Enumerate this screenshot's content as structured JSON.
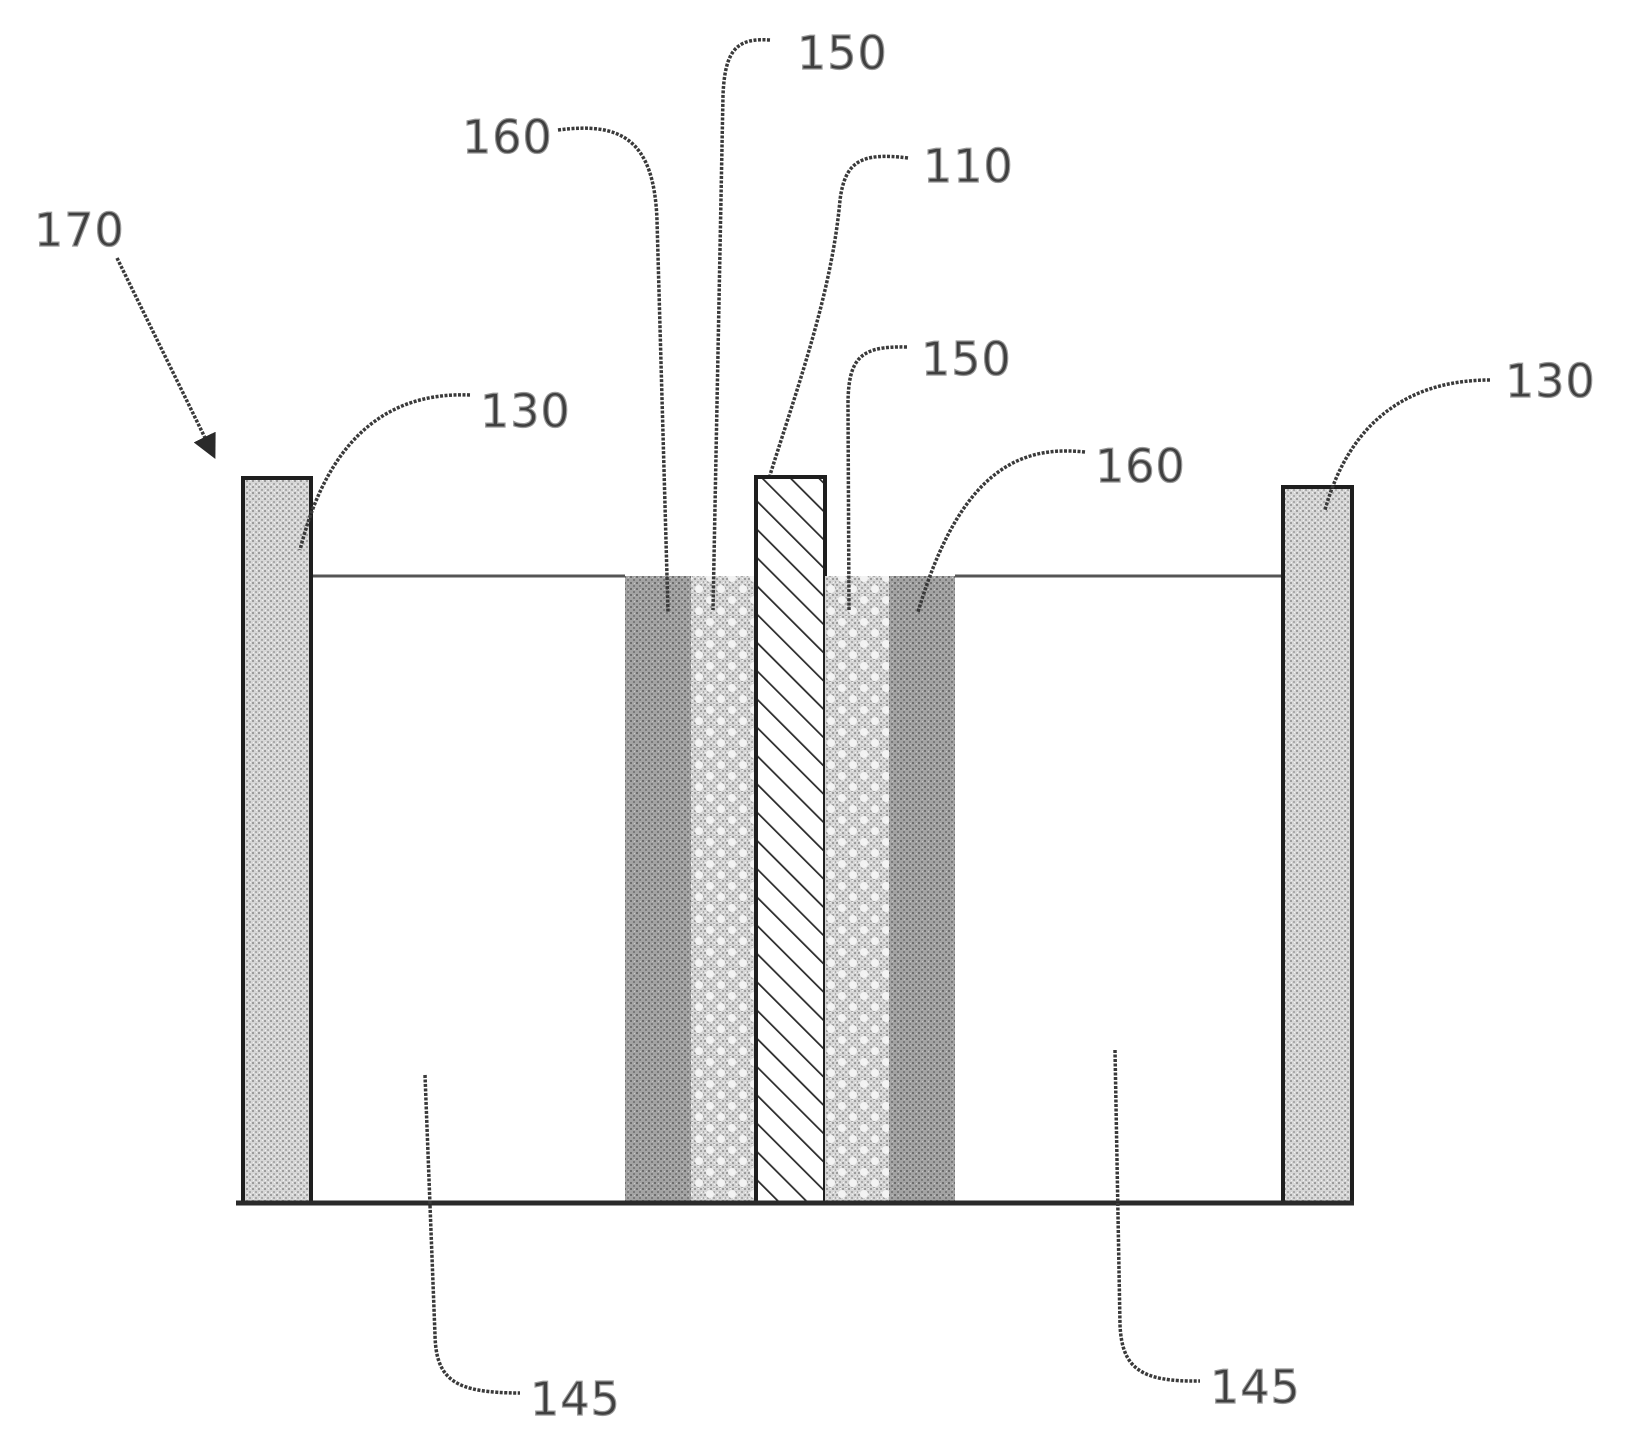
{
  "figure": {
    "labels": {
      "assembly": "170",
      "outer_electrode_left": "130",
      "outer_electrode_right": "130",
      "inner_layer_top_left": "160",
      "middle_layer_top": "150",
      "center_electrode": "110",
      "middle_layer_right": "150",
      "inner_layer_right": "160",
      "space_left": "145",
      "space_right": "145"
    }
  }
}
